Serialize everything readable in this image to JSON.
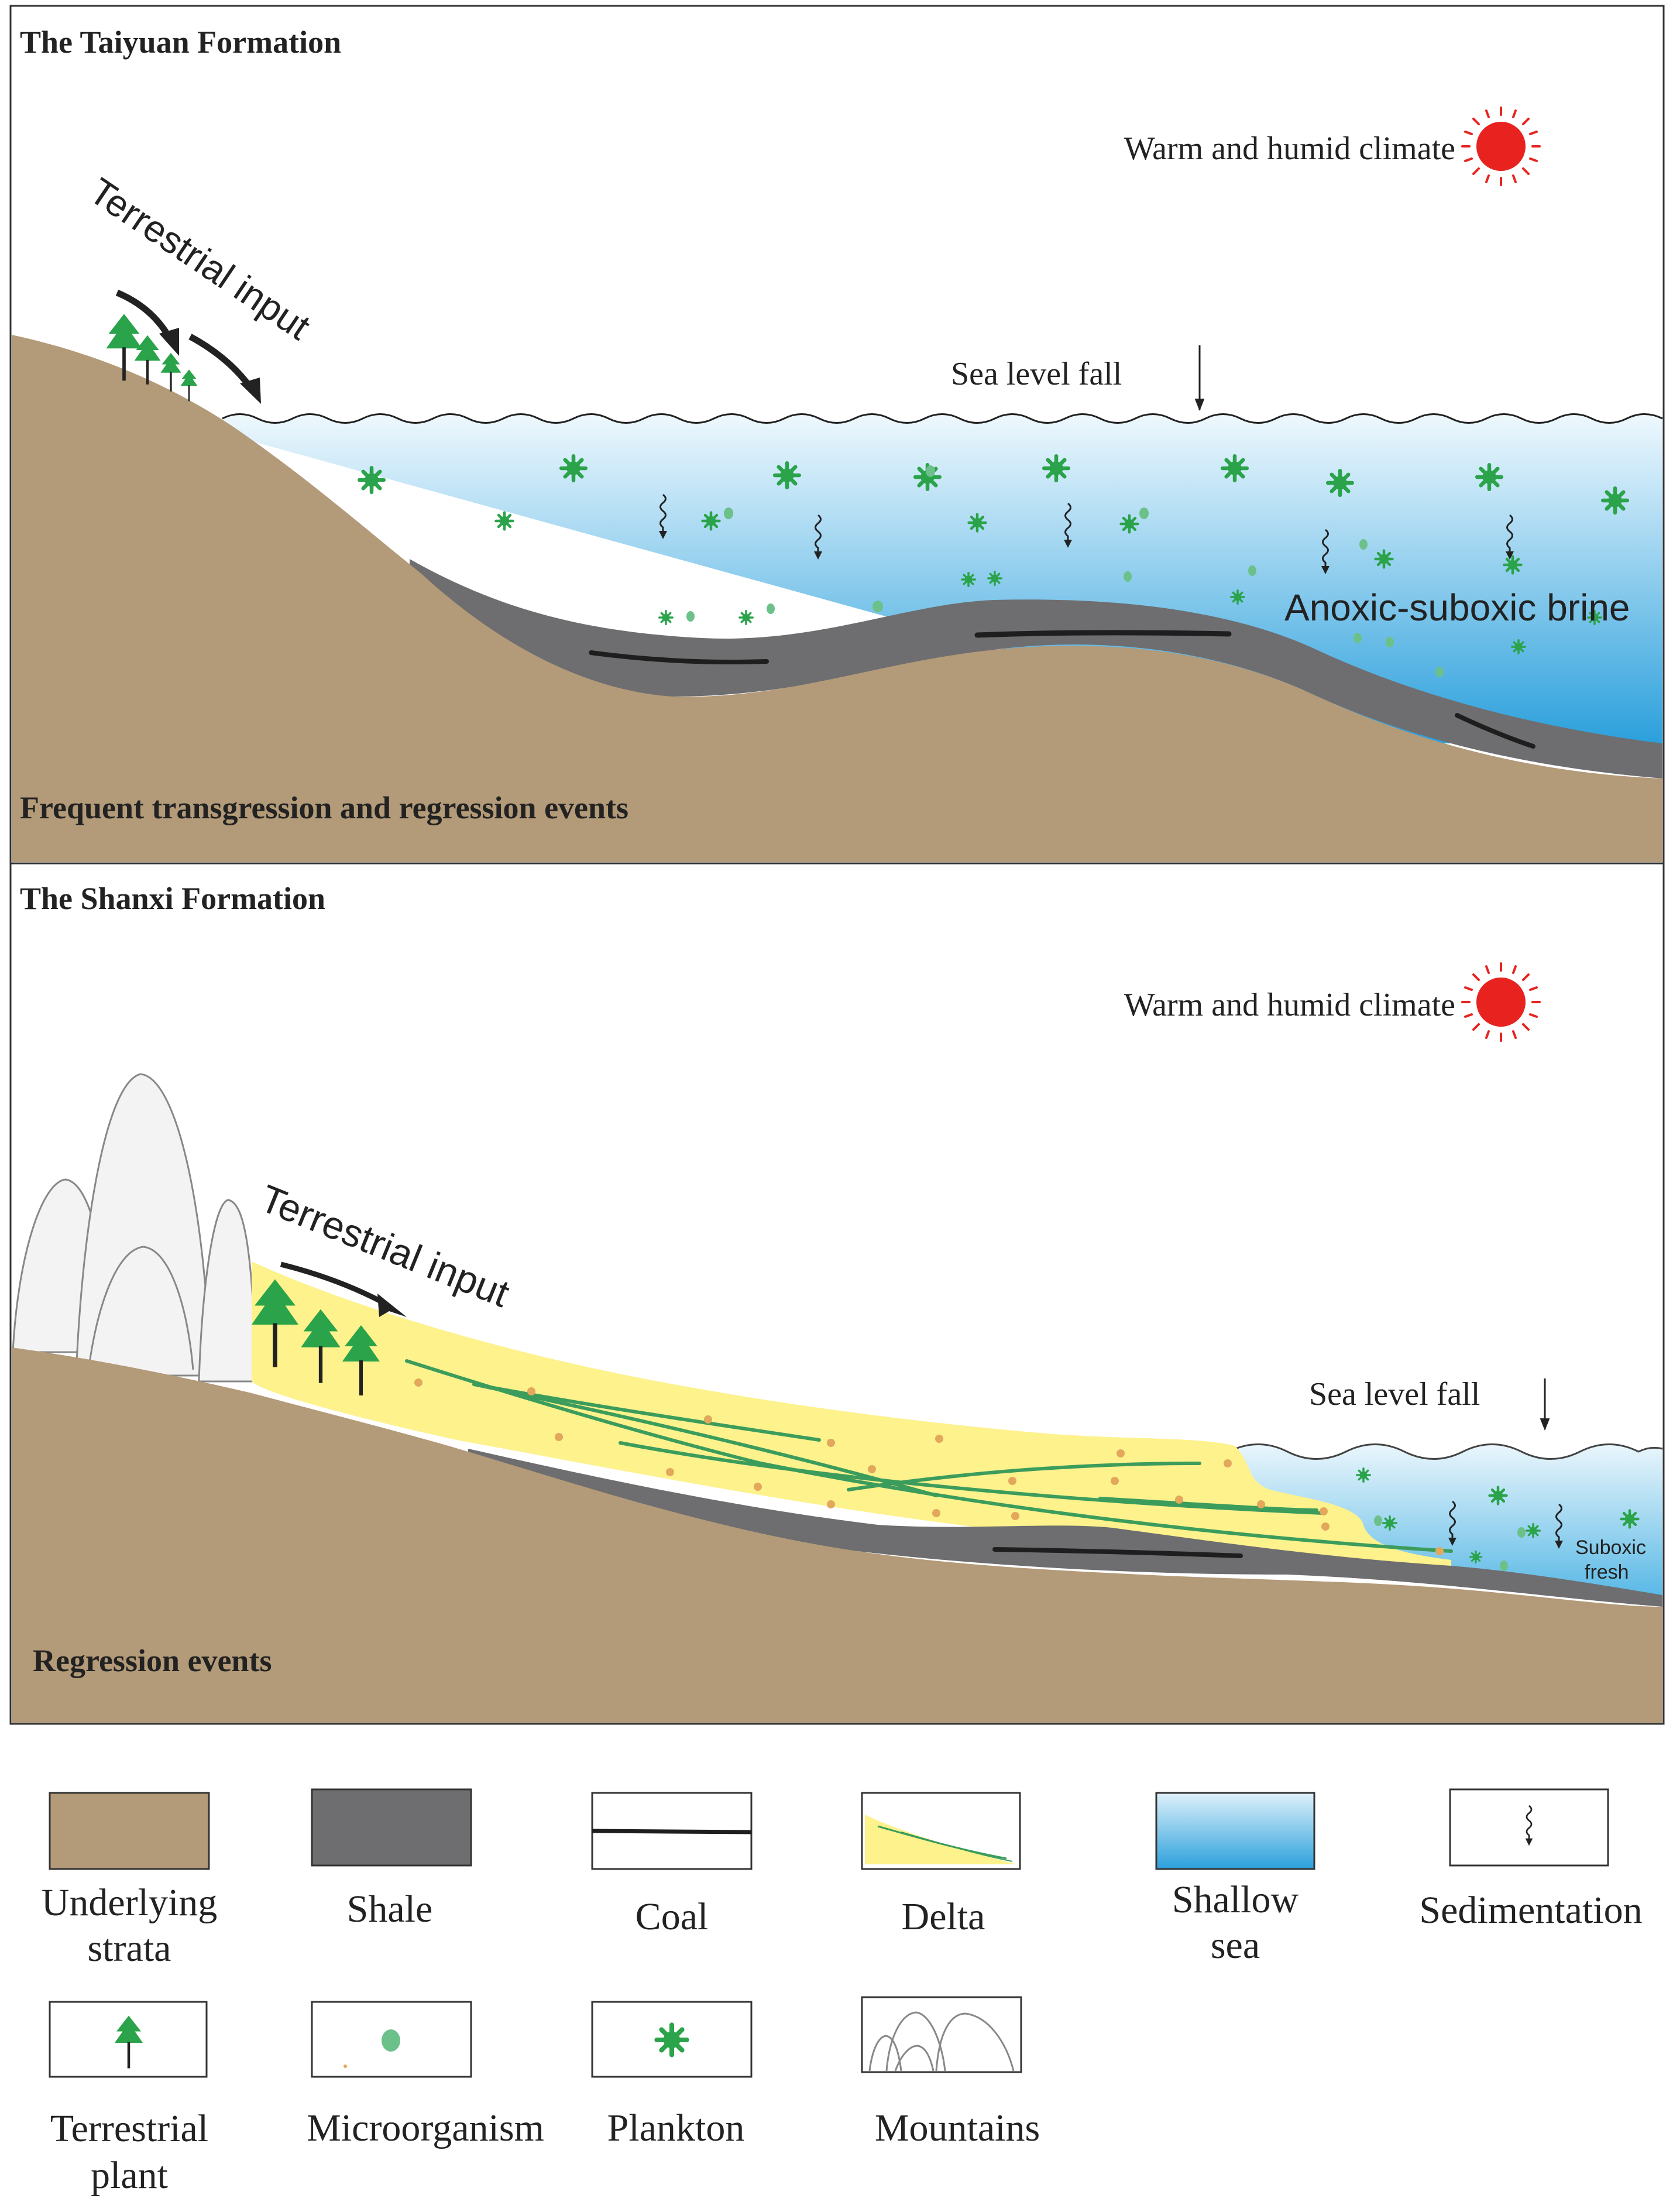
{
  "panels": {
    "taiyuan": {
      "title": "The Taiyuan Formation",
      "climate": "Warm and humid climate",
      "input": "Terrestrial input",
      "sea_level": "Sea level fall",
      "water": "Anoxic-suboxic brine",
      "events": "Frequent transgression and regression events"
    },
    "shanxi": {
      "title": "The Shanxi Formation",
      "climate": "Warm and humid climate",
      "input": "Terrestrial input",
      "sea_level": "Sea level fall",
      "water_line1": "Suboxic",
      "water_line2": "fresh",
      "events": "Regression events"
    }
  },
  "legend": {
    "underlying": [
      "Underlying",
      "strata"
    ],
    "shale": "Shale",
    "coal": "Coal",
    "delta": "Delta",
    "shallow_sea": [
      "Shallow",
      "sea"
    ],
    "sedimentation": "Sedimentation",
    "terrestrial_plant": [
      "Terrestrial",
      "plant"
    ],
    "microorganism": "Microorganism",
    "plankton": "Plankton",
    "mountains": "Mountains"
  },
  "colors": {
    "strata": "#b39a78",
    "shale": "#6e6e70",
    "coal": "#1e1e1e",
    "delta": "#fdf28c",
    "sea_top": "#e9f5fc",
    "sea_bottom": "#2ca1dd",
    "plant": "#2aa34a",
    "microbe": "#6cc18a",
    "sun": "#e8231f"
  }
}
